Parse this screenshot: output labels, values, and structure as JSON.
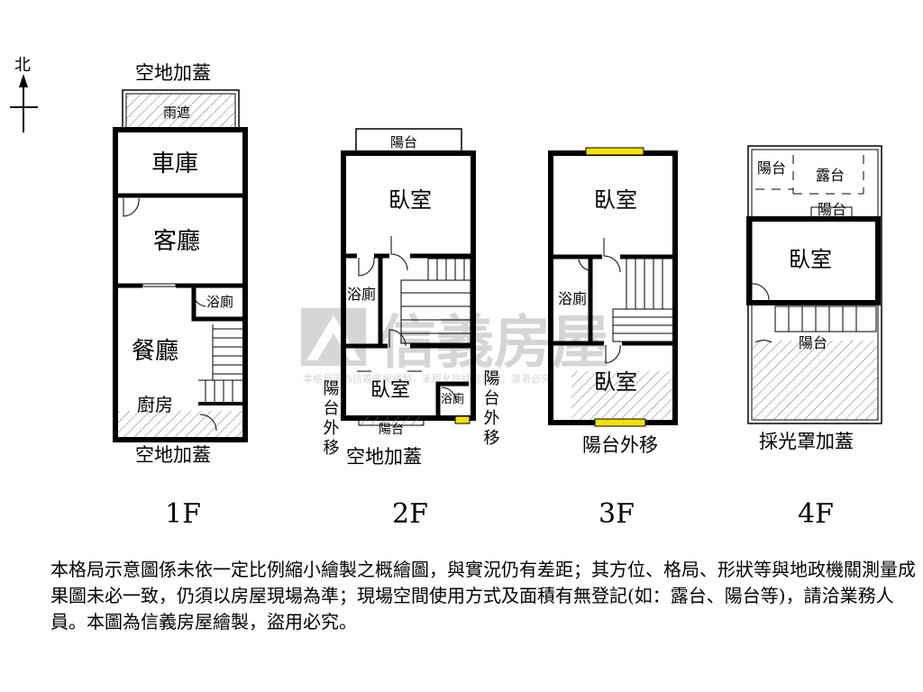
{
  "compass": {
    "north_label": "北"
  },
  "watermark": {
    "logo_text": "信義房屋",
    "small_text": "本格局圖為信義房屋繪製，未經允許請勿盜用，違者必究"
  },
  "floors": [
    {
      "label": "1F",
      "top_label": "空地加蓋",
      "bottom_label": "空地加蓋",
      "rooms": {
        "canopy": "雨遮",
        "garage": "車庫",
        "living": "客廳",
        "bath": "浴廁",
        "dining": "餐廳",
        "kitchen": "廚房"
      }
    },
    {
      "label": "2F",
      "bottom_label": "空地加蓋",
      "rooms": {
        "balcony_top": "陽台",
        "bedroom1": "臥室",
        "bath1": "浴廁",
        "bedroom2": "臥室",
        "bath2": "浴廁",
        "balcony_bottom": "陽台",
        "left_note": "陽台外移",
        "right_note": "陽台外移"
      }
    },
    {
      "label": "3F",
      "bottom_label": "陽台外移",
      "rooms": {
        "bedroom1": "臥室",
        "bath": "浴廁",
        "bedroom2": "臥室"
      }
    },
    {
      "label": "4F",
      "bottom_label": "採光罩加蓋",
      "rooms": {
        "balcony1": "陽台",
        "terrace": "露台",
        "balcony2": "陽台",
        "bedroom": "臥室",
        "balcony3": "陽台"
      }
    }
  ],
  "colors": {
    "wall": "#000000",
    "window": "#f2e200",
    "watermark": "#b4b4b4"
  },
  "disclaimer": "本格局示意圖係未依一定比例縮小繪製之概繪圖，與實況仍有差距；其方位、格局、形狀等與地政機關測量成果圖未必一致，仍須以房屋現場為準；現場空間使用方式及面積有無登記(如：露台、陽台等)，請洽業務人員。本圖為信義房屋繪製，盜用必究。"
}
